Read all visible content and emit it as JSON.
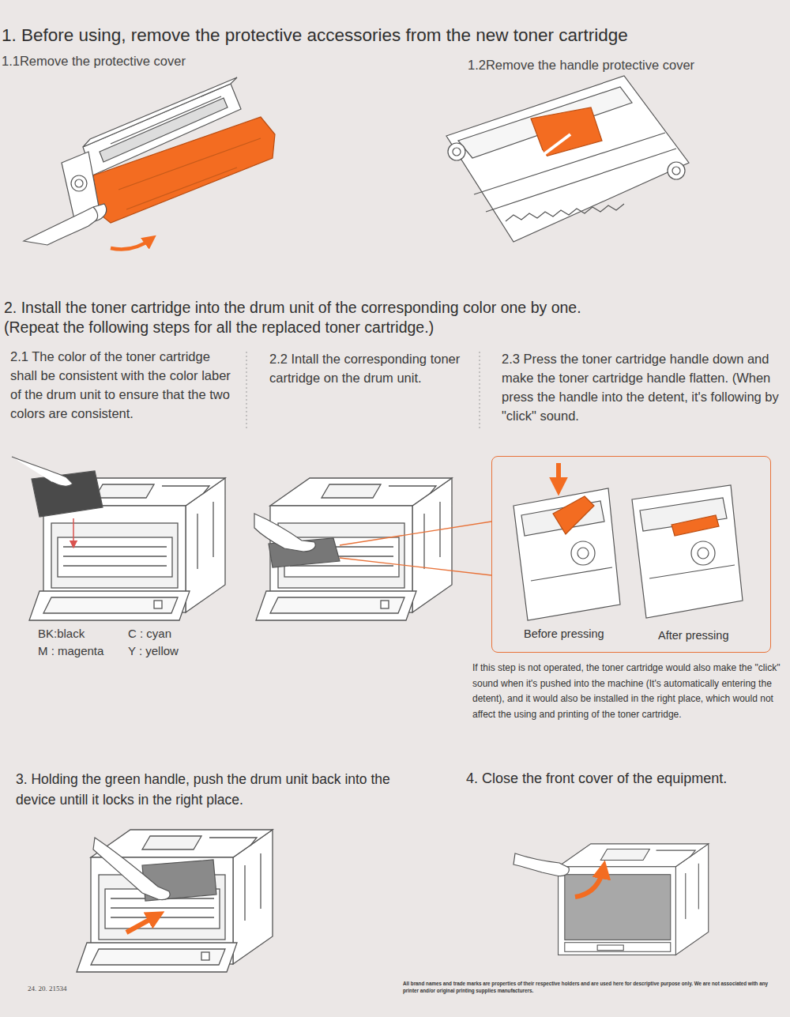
{
  "diagram": {
    "nodes": [
      {
        "text": [
          "Before pressing",
          "After pressing"
        ]
      }
    ],
    "labels": [
      "1. Before using, remove the protective accessories from the new toner cartridge",
      "1.1Remove the protective cover",
      "1.2Remove the handle protective cover",
      "2. Install the toner cartridge into the drum unit of the corresponding color one by one.",
      "(Repeat the following steps for all the replaced toner cartridge.)",
      "2.1 The color of the toner cartridge shall be consistent with the color laber of the drum unit to ensure that the two colors are consistent.",
      "2.2 Intall the corresponding toner cartridge on the drum unit.",
      "2.3 Press the toner cartridge handle down and make the toner cartridge handle flatten. (When press the handle into the detent, it's following by \"click\" sound.",
      "BK:black",
      "C : cyan",
      "M : magenta",
      "Y : yellow",
      "If this step is not operated, the toner cartridge would also make the \"click\" sound when it's pushed into the machine (It's automatically entering the detent), and it would also be installed in the right place, which would not affect the using and printing of the toner cartridge.",
      "3. Holding the green handle, push the drum unit back into the device untill it locks in the right place.",
      "4. Close the front cover of the equipment.",
      "24. 20. 21534",
      "All brand names and trade marks are properties of their respective holders and are used here for descriptive purpose only. We are not associated with any printer and/or original printing supplies manufacturers."
    ]
  }
}
